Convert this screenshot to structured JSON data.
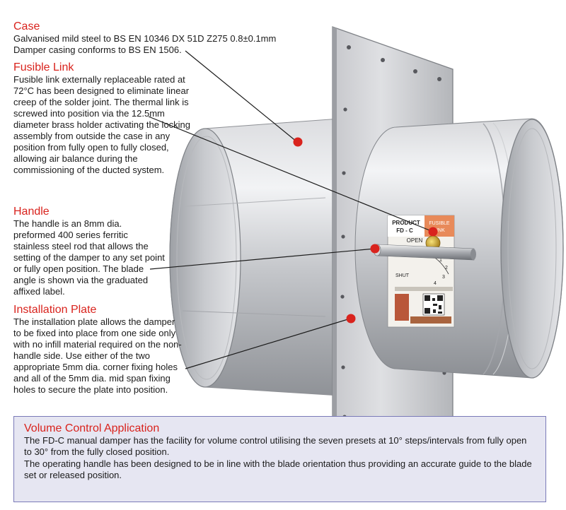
{
  "sections": {
    "case": {
      "title": "Case",
      "line1": "Galvanised mild steel to BS EN 10346 DX 51D Z275 0.8±0.1mm",
      "line2": "Damper casing conforms to BS EN 1506."
    },
    "fusible": {
      "title": "Fusible Link",
      "body": "Fusible link externally replaceable rated at 72°C has been designed to eliminate linear creep of the solder joint. The thermal link is screwed into position via the 12.5mm diameter brass holder activating the locking assembly from outside the case in any position from fully open to fully closed, allowing air balance during the commissioning of the ducted system."
    },
    "handle": {
      "title": "Handle",
      "body": "The handle is an 8mm dia. preformed 400 series ferritic stainless steel rod that allows the setting of the damper to any set point or fully open position. The blade angle is shown via the graduated affixed label."
    },
    "install": {
      "title": "Installation Plate",
      "body": "The installation plate allows the damper to be fixed into place from one side only with no infill material required on the non-handle side. Use either of the two appropriate 5mm dia. corner fixing holes and all of the 5mm dia. mid span fixing holes to secure the plate into position."
    }
  },
  "volume_control": {
    "title": "Volume Control Application",
    "para1": "The FD-C manual damper has the facility for volume control utilising the seven presets at 10° steps/intervals from fully open to 30° from the fully closed position.",
    "para2": "The operating handle has been designed to be in line with the blade orientation thus providing an accurate guide to the blade set or released position."
  },
  "label": {
    "product": "PRODUCT",
    "code": "FD - C",
    "fusible1": "FUSIBLE",
    "fusible2": "LINK",
    "open": "OPEN",
    "shut": "SHUT",
    "scale": [
      "1",
      "2",
      "3",
      "4"
    ]
  },
  "colors": {
    "accent_red": "#d9231d",
    "box_bg": "#e6e6f2",
    "box_border": "#7a7ab8"
  }
}
